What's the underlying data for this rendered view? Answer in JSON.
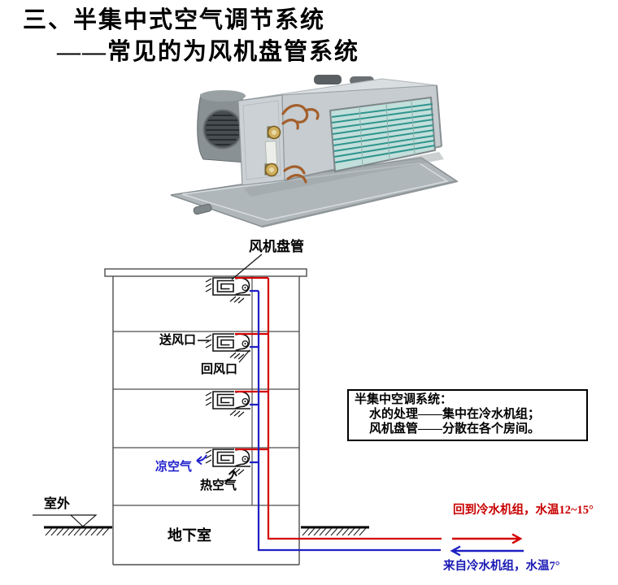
{
  "title": {
    "line1": "三、半集中式空气调节系统",
    "line2": "——常见的为风机盘管系统"
  },
  "diagram": {
    "labels": {
      "fan_coil": "风机盘管",
      "supply_outlet": "送风口",
      "return_outlet": "回风口",
      "cool_air": "凉空气",
      "hot_air": "热空气",
      "outdoor": "室外",
      "basement": "地下室"
    },
    "info_box": {
      "line1": "半集中空调系统：",
      "line2": "水的处理——集中在冷水机组；",
      "line3": "风机盘管——分散在各个房间。"
    },
    "pipes": {
      "return_label": "回到冷水机组，水温12~15°",
      "supply_label": "来自冷水机组，水温7°",
      "return_color": "#d40000",
      "supply_color": "#1f1fc4"
    }
  }
}
